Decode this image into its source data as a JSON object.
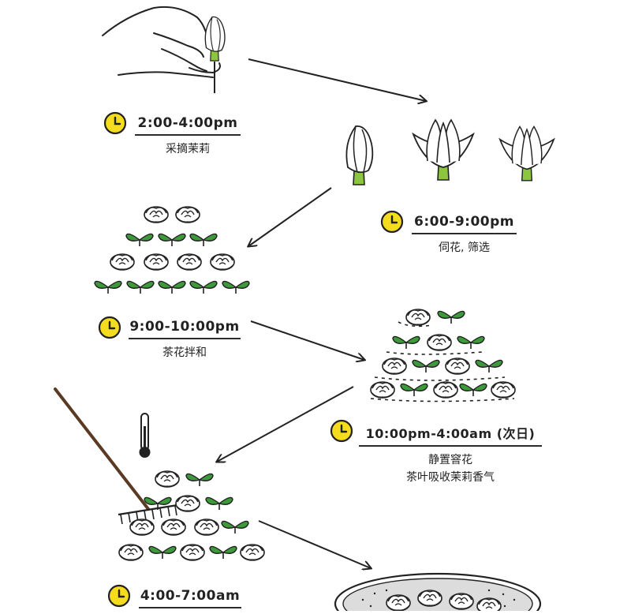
{
  "steps": [
    {
      "time": "2:00-4:00pm",
      "desc": "采摘茉莉"
    },
    {
      "time": "6:00-9:00pm",
      "desc": "伺花, 筛选"
    },
    {
      "time": "9:00-10:00pm",
      "desc": "茶花拌和"
    },
    {
      "time": "10:00pm-4:00am (次日)",
      "desc": "静置窨花",
      "desc2": "茶叶吸收茉莉香气"
    },
    {
      "time": "4:00-7:00am"
    }
  ],
  "colors": {
    "clock_fill": "#f5dc1e",
    "leaf": "#3d9a3a",
    "stem": "#8cc63f",
    "line": "#222222"
  },
  "icons": [
    "clock-icon",
    "hand-icon",
    "jasmine-bud-icon",
    "jasmine-flower-icon",
    "leaf-icon",
    "thermometer-icon",
    "rake-icon",
    "sieve-icon",
    "arrow-icon"
  ]
}
